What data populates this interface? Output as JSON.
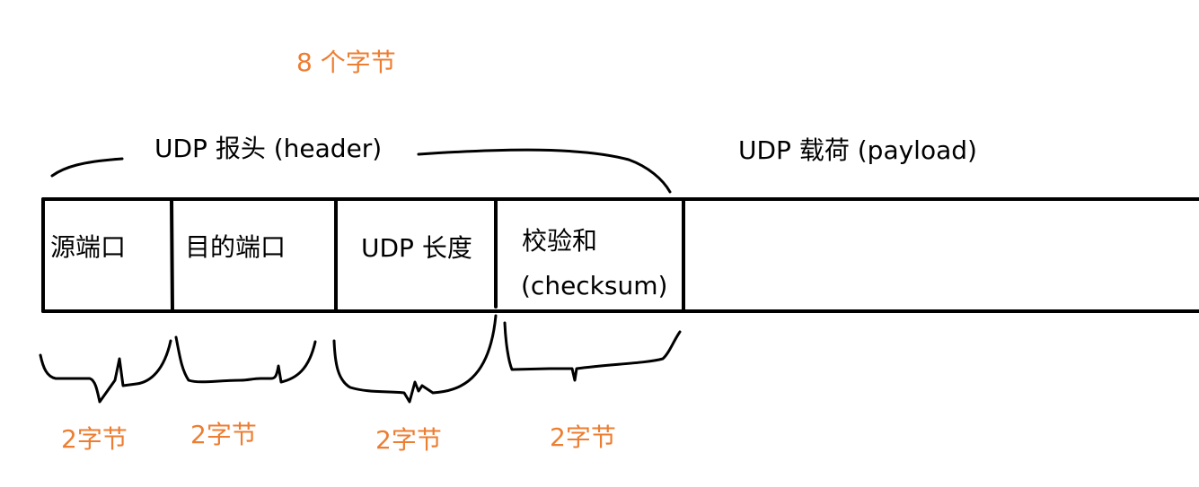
{
  "title": "8 个字节",
  "header_label": "UDP 报头 (header)",
  "payload_label": "UDP 载荷 (payload)",
  "fields": [
    {
      "label": "源端口"
    },
    {
      "label": "目的端口"
    },
    {
      "label": "UDP 长度"
    },
    {
      "label_line1": "校验和",
      "label_line2": "(checksum)"
    }
  ],
  "byte_labels": [
    "2字节",
    "2字节",
    "2字节",
    "2字节"
  ],
  "colors": {
    "annotation": "#ED7D31",
    "stroke": "#000000"
  }
}
